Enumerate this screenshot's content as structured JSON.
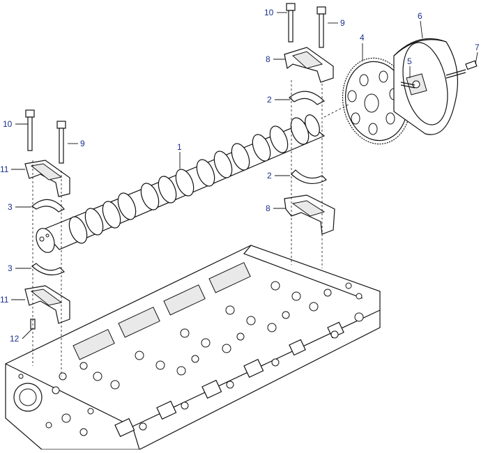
{
  "diagram": {
    "callouts": [
      {
        "id": "c10a",
        "label": "10"
      },
      {
        "id": "c9a",
        "label": "9"
      },
      {
        "id": "c6",
        "label": "6"
      },
      {
        "id": "c7",
        "label": "7"
      },
      {
        "id": "c8a",
        "label": "8"
      },
      {
        "id": "c4",
        "label": "4"
      },
      {
        "id": "c5",
        "label": "5"
      },
      {
        "id": "c2a",
        "label": "2"
      },
      {
        "id": "c10b",
        "label": "10"
      },
      {
        "id": "c9b",
        "label": "9"
      },
      {
        "id": "c1",
        "label": "1"
      },
      {
        "id": "c11a",
        "label": "11"
      },
      {
        "id": "c2b",
        "label": "2"
      },
      {
        "id": "c3a",
        "label": "3"
      },
      {
        "id": "c8b",
        "label": "8"
      },
      {
        "id": "c3b",
        "label": "3"
      },
      {
        "id": "c11b",
        "label": "11"
      },
      {
        "id": "c12",
        "label": "12"
      }
    ],
    "colors": {
      "callout": "#1a2f8a",
      "line": "#111111"
    }
  }
}
